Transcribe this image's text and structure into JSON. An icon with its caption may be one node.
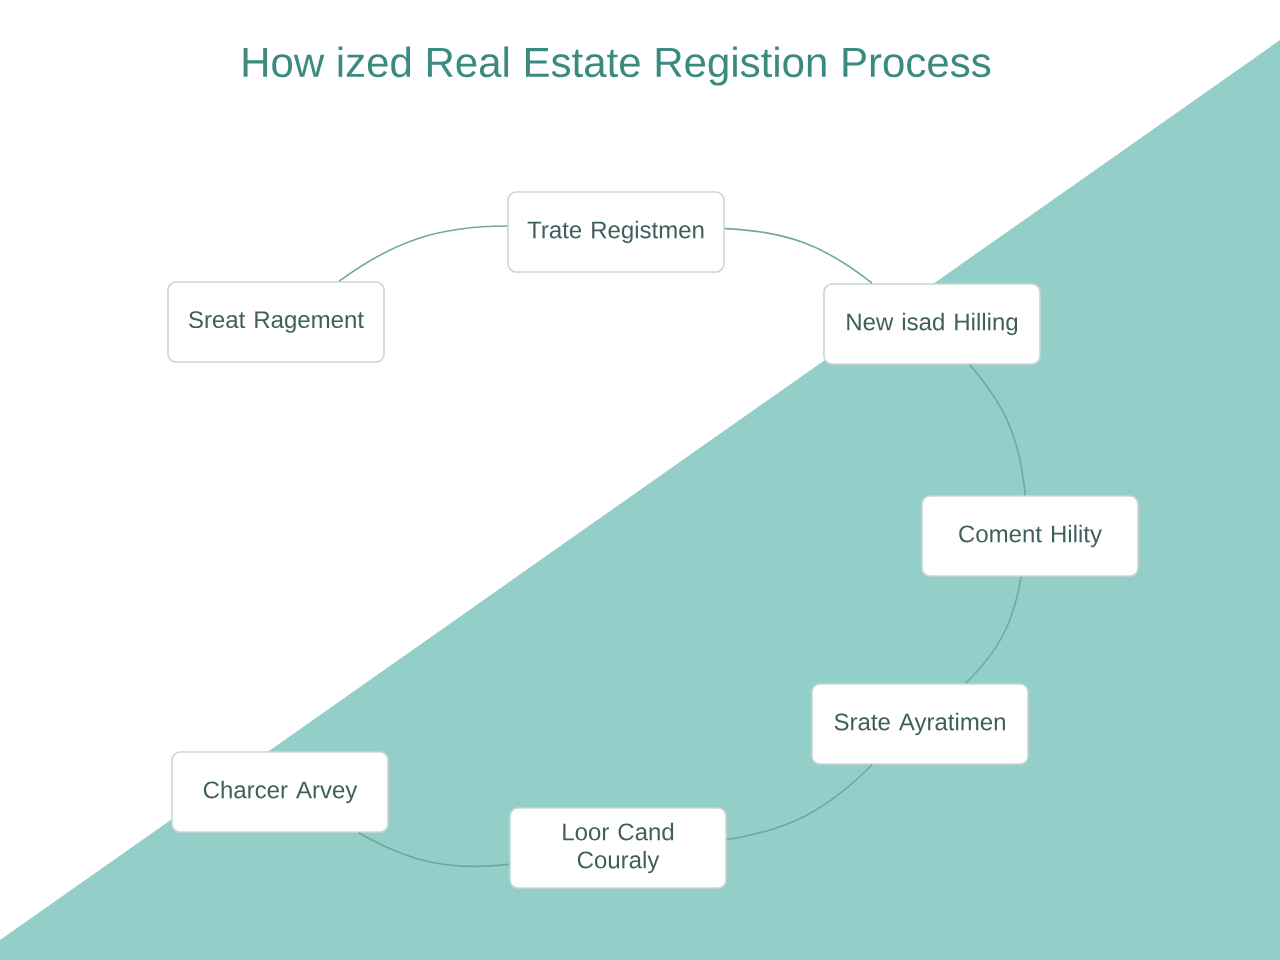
{
  "diagram": {
    "title": "How ized Real Estate Registion Process",
    "nodes": [
      {
        "text": [
          "Sreat Ragement"
        ]
      },
      {
        "text": [
          "Trate Registmen"
        ]
      },
      {
        "text": [
          "New isad Hilling"
        ]
      },
      {
        "text": [
          "Coment Hility"
        ]
      },
      {
        "text": [
          "Srate Ayratimen"
        ]
      },
      {
        "text": [
          "Loor Cand Couraly"
        ]
      },
      {
        "text": [
          "Charcer Arvey"
        ]
      }
    ],
    "edges": [
      {
        "from": 0,
        "to": 1,
        "arrow": "none"
      },
      {
        "from": 1,
        "to": 2,
        "arrow": "none"
      },
      {
        "from": 2,
        "to": 3,
        "arrow": "none"
      },
      {
        "from": 3,
        "to": 4,
        "arrow": "none"
      },
      {
        "from": 4,
        "to": 5,
        "arrow": "none"
      },
      {
        "from": 5,
        "to": 6,
        "arrow": "none"
      }
    ]
  }
}
